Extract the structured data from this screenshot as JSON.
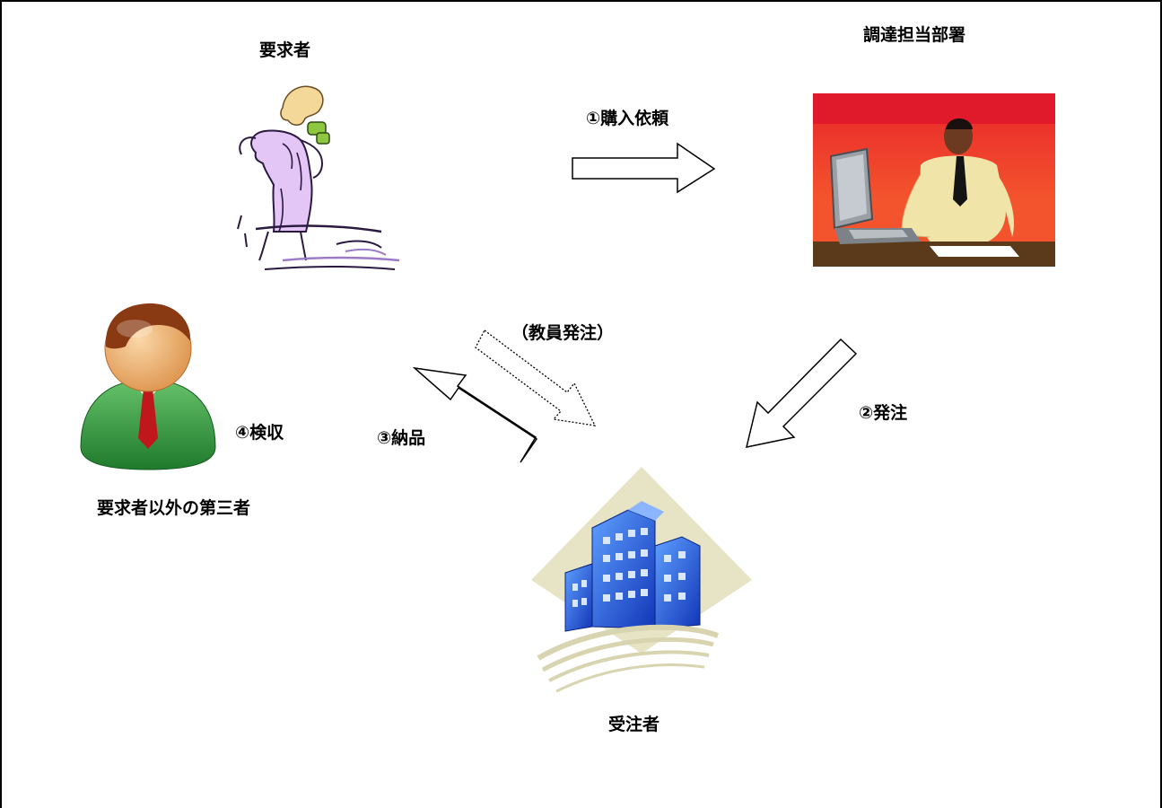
{
  "nodes": {
    "requester": "要求者",
    "procurement_dept": "調達担当部署",
    "third_party": "要求者以外の第三者",
    "contractor": "受注者"
  },
  "steps": {
    "purchase_request": "①購入依頼",
    "order": "②発注",
    "delivery": "③納品",
    "inspection": "④検収",
    "faculty_order": "（教員発注）"
  },
  "colors": {
    "border": "#000000",
    "arrow_fill": "#ffffff",
    "arrow_stroke": "#000000",
    "office_bg_top": "#e8242a",
    "office_bg_bottom": "#f3532d",
    "office_floor": "#5a3a1a",
    "building_blue": "#2a5cd8",
    "building_diamond": "#e6e4c4"
  },
  "icons": {
    "requester": "woman-with-binoculars-icon",
    "procurement": "man-at-computer-icon",
    "third_party": "user-avatar-icon",
    "contractor": "office-building-icon"
  }
}
